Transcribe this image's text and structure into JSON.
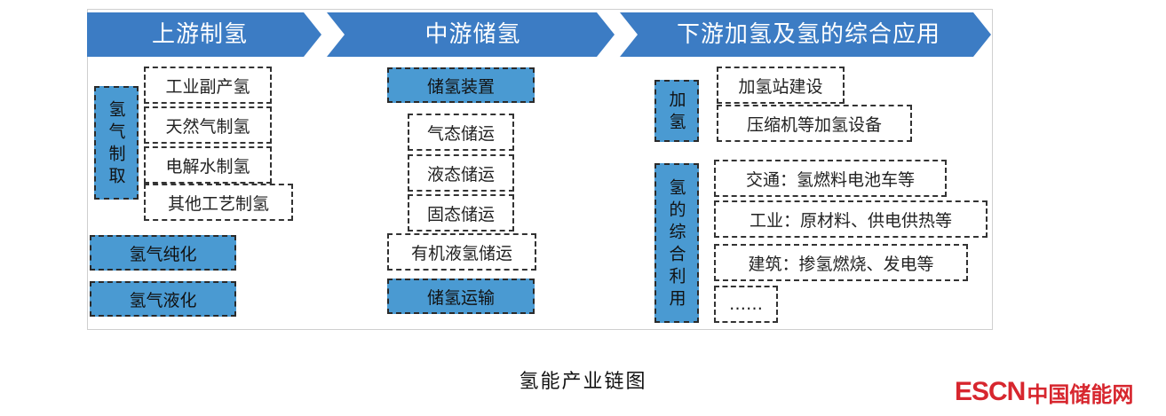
{
  "stages": {
    "upstream": "上游制氢",
    "midstream": "中游储氢",
    "downstream": "下游加氢及氢的综合应用"
  },
  "upstream": {
    "group_label": "氢气制取",
    "methods": [
      "工业副产氢",
      "天然气制氢",
      "电解水制氢",
      "其他工艺制氢"
    ],
    "purify": "氢气纯化",
    "liquefy": "氢气液化"
  },
  "midstream": {
    "device": "储氢装置",
    "modes": [
      "气态储运",
      "液态储运",
      "固态储运",
      "有机液氢储运"
    ],
    "transport": "储氢运输"
  },
  "downstream": {
    "refuel_label": "加氢",
    "refuel_items": [
      "加氢站建设",
      "压缩机等加氢设备"
    ],
    "use_label": "氢的综合利用",
    "use_items": [
      "交通：氢燃料电池车等",
      "工业：原材料、供电供热等",
      "建筑：掺氢燃烧、发电等",
      "……"
    ]
  },
  "caption": "氢能产业链图",
  "logo": {
    "en": "ESCN",
    "cn": "中国储能网"
  },
  "colors": {
    "arrow": "#3c7cc4",
    "blue_box": "#4a9ad2",
    "logo": "#d7262e"
  }
}
